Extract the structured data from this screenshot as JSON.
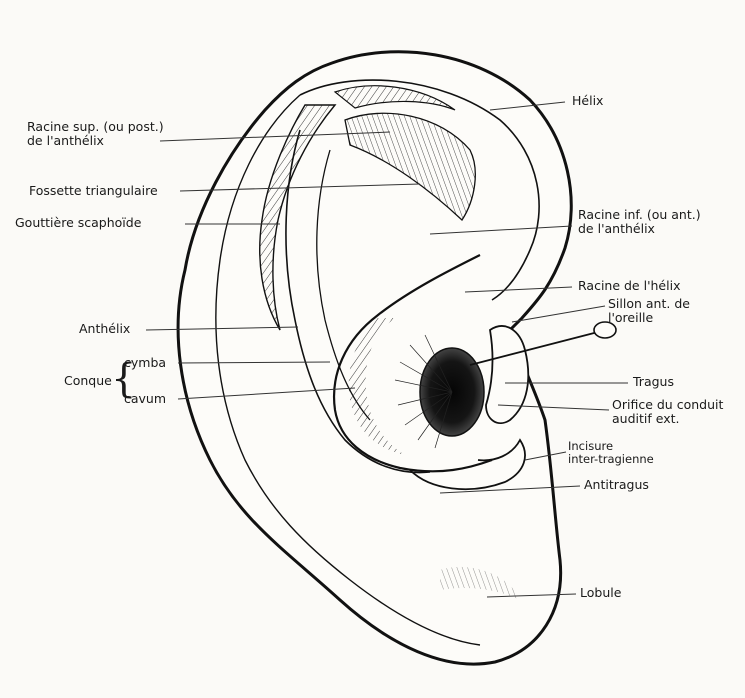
{
  "labels": {
    "helix": "Hélix",
    "racine_sup_1": "Racine sup. (ou post.)",
    "racine_sup_2": "de l'anthélix",
    "fossette": "Fossette triangulaire",
    "gouttiere": "Gouttière scaphoïde",
    "racine_inf_1": "Racine inf. (ou ant.)",
    "racine_inf_2": "de l'anthélix",
    "racine_helix": "Racine de l'hélix",
    "sillon_1": "Sillon ant. de",
    "sillon_2": "l'oreille",
    "anthelix": "Anthélix",
    "conque": "Conque",
    "cymba": "cymba",
    "cavum": "cavum",
    "tragus": "Tragus",
    "orifice_1": "Orifice du conduit",
    "orifice_2": "auditif ext.",
    "incisure_1": "Incisure",
    "incisure_2": "inter-tragienne",
    "antitragus": "Antitragus",
    "lobule": "Lobule"
  }
}
